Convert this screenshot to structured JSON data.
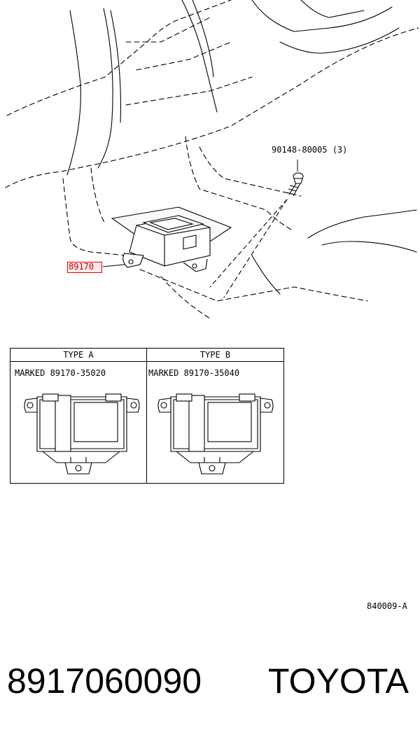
{
  "diagram": {
    "bolt_callout": "90148-80005 (3)",
    "part_callout": "89170",
    "drawing_code": "840009-A",
    "types": [
      {
        "header": "TYPE A",
        "marking": "MARKED 89170-35020"
      },
      {
        "header": "TYPE B",
        "marking": "MARKED 89170-35040"
      }
    ]
  },
  "footer": {
    "part_number": "8917060090",
    "brand": "TOYOTA"
  }
}
